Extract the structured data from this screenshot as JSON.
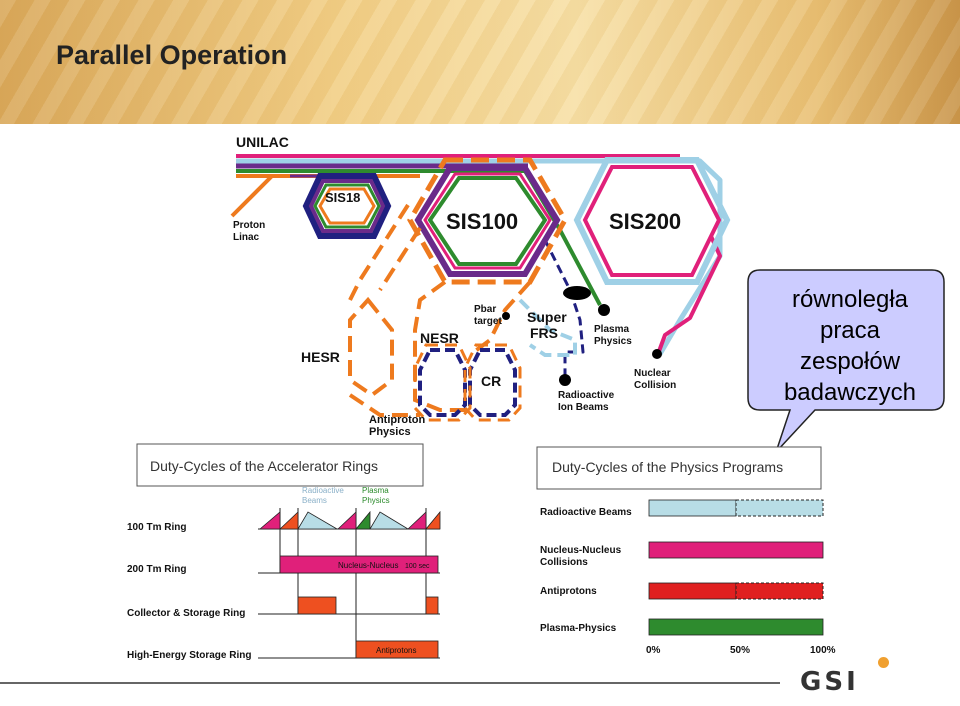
{
  "title": "Parallel Operation",
  "facility": {
    "unilac": "UNILAC",
    "sis18": "SIS18",
    "sis100": "SIS100",
    "sis200": "SIS200",
    "proton_linac": [
      "Proton",
      "Linac"
    ],
    "pbar_target": [
      "Pbar",
      "target"
    ],
    "super_frs": [
      "Super",
      "FRS"
    ],
    "plasma_physics": [
      "Plasma",
      "Physics"
    ],
    "hesr": "HESR",
    "nesr": "NESR",
    "cr": "CR",
    "nuclear_collision": [
      "Nuclear",
      "Collision"
    ],
    "radioactive_ion_beams": [
      "Radioactive",
      "Ion Beams"
    ],
    "antiproton_physics": [
      "Antiproton",
      "Physics"
    ]
  },
  "callout": [
    "równoległa",
    "praca",
    "zespołów",
    "badawczych"
  ],
  "duty_rings": {
    "title": "Duty-Cycles of the Accelerator Rings",
    "legend": [
      {
        "label": [
          "Radioactive",
          "Beams"
        ],
        "color": "#9ec8dc"
      },
      {
        "label": [
          "Plasma",
          "Physics"
        ],
        "color": "#2a8a2a"
      }
    ],
    "rows": [
      "100 Tm Ring",
      "200 Tm Ring",
      "Collector & Storage Ring",
      "High-Energy Storage Ring"
    ],
    "nucleus_label": "Nucleus-Nucleus",
    "time_label": "100 sec",
    "antiprotons_label": "Antiprotons"
  },
  "duty_programs": {
    "title": "Duty-Cycles of the  Physics Programs",
    "ticks": [
      "0%",
      "50%",
      "100%"
    ],
    "rows": [
      {
        "label": [
          "Radioactive Beams"
        ],
        "value": 50,
        "color": "#b8dde6"
      },
      {
        "label": [
          "Nucleus-Nucleus",
          "Collisions"
        ],
        "value": 100,
        "color": "#e0207a"
      },
      {
        "label": [
          "Antiprotons"
        ],
        "value": 50,
        "color": "#e02020"
      },
      {
        "label": [
          "Plasma-Physics"
        ],
        "value": 100,
        "color": "#2e8b2e"
      }
    ]
  },
  "colors": {
    "orange": "#ee7a1e",
    "purple": "#6a2a8a",
    "green": "#2e8b2e",
    "magenta": "#e0207a",
    "lightblue": "#9fd0e6",
    "navy": "#202080"
  },
  "logo": "GSI"
}
